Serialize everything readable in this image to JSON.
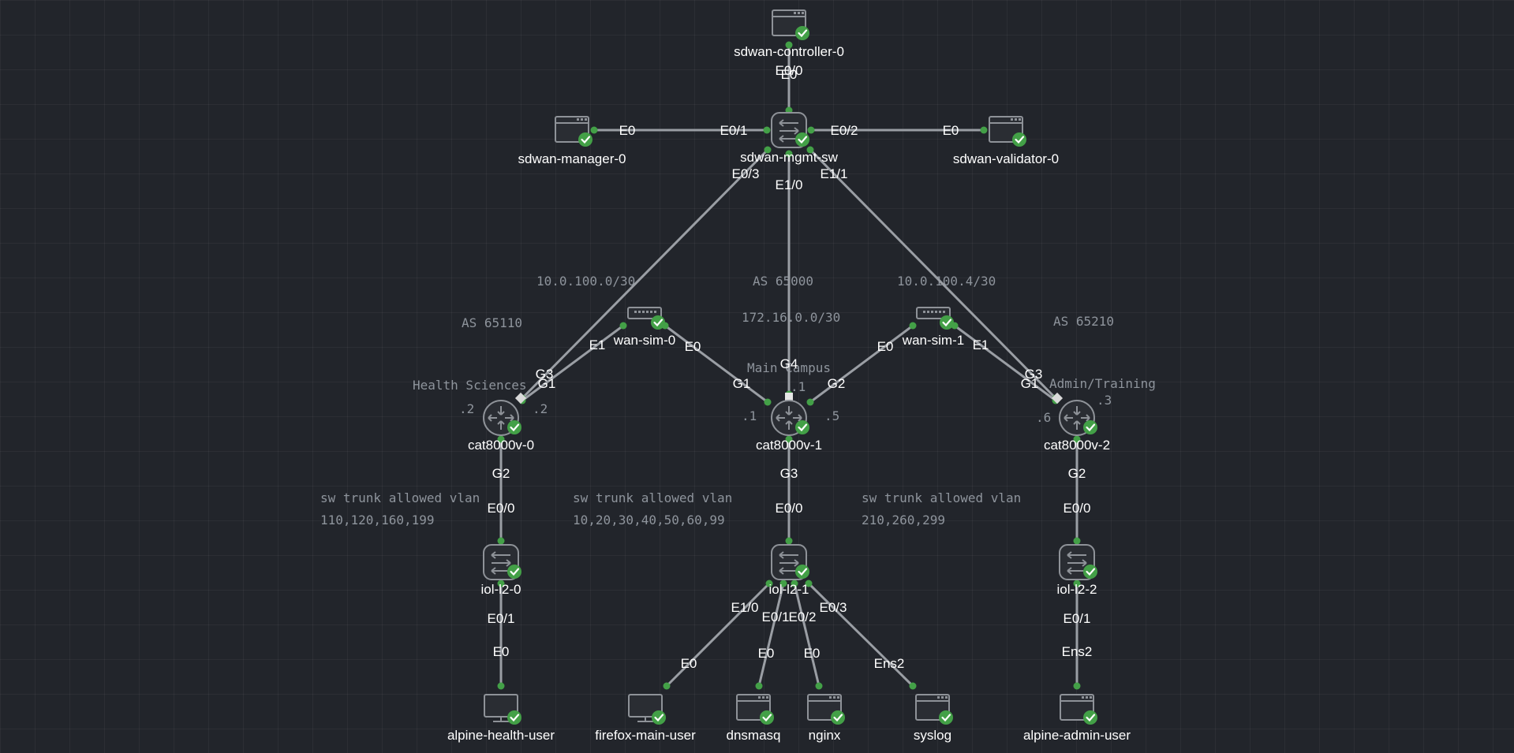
{
  "annotations": [
    {
      "id": "subnet-0",
      "text": "10.0.100.0/30"
    },
    {
      "id": "as-core",
      "text": "AS 65000"
    },
    {
      "id": "subnet-1",
      "text": "10.0.100.4/30"
    },
    {
      "id": "as-health",
      "text": "AS 65110"
    },
    {
      "id": "subnet-core",
      "text": "172.16.0.0/30"
    },
    {
      "id": "as-admin",
      "text": "AS 65210"
    },
    {
      "id": "site-health",
      "text": "Health Sciences"
    },
    {
      "id": "site-main",
      "text": "Main Campus"
    },
    {
      "id": "site-admin",
      "text": "Admin/Training"
    },
    {
      "id": "ip-h1",
      "text": ".2"
    },
    {
      "id": "ip-h2",
      "text": ".2"
    },
    {
      "id": "ip-m1",
      "text": ".1"
    },
    {
      "id": "ip-m2",
      "text": ".1"
    },
    {
      "id": "ip-m3",
      "text": ".5"
    },
    {
      "id": "ip-a1",
      "text": ".6"
    },
    {
      "id": "ip-a2",
      "text": ".3"
    },
    {
      "id": "vlan-h1",
      "text": "sw trunk allowed vlan"
    },
    {
      "id": "vlan-h2",
      "text": "110,120,160,199"
    },
    {
      "id": "vlan-m1",
      "text": "sw trunk allowed vlan"
    },
    {
      "id": "vlan-m2",
      "text": "10,20,30,40,50,60,99"
    },
    {
      "id": "vlan-a1",
      "text": "sw trunk allowed vlan"
    },
    {
      "id": "vlan-a2",
      "text": "210,260,299"
    }
  ],
  "nodes": [
    {
      "id": "sdwan-controller-0",
      "label": "sdwan-controller-0",
      "type": "server",
      "status": "running"
    },
    {
      "id": "sdwan-mgmt-sw",
      "label": "sdwan-mgmt-sw",
      "type": "switch",
      "status": "running"
    },
    {
      "id": "sdwan-manager-0",
      "label": "sdwan-manager-0",
      "type": "server",
      "status": "running"
    },
    {
      "id": "sdwan-validator-0",
      "label": "sdwan-validator-0",
      "type": "server",
      "status": "running"
    },
    {
      "id": "wan-sim-0",
      "label": "wan-sim-0",
      "type": "wan",
      "status": "running"
    },
    {
      "id": "wan-sim-1",
      "label": "wan-sim-1",
      "type": "wan",
      "status": "running"
    },
    {
      "id": "cat8000v-0",
      "label": "cat8000v-0",
      "type": "router",
      "status": "running"
    },
    {
      "id": "cat8000v-1",
      "label": "cat8000v-1",
      "type": "router",
      "status": "running"
    },
    {
      "id": "cat8000v-2",
      "label": "cat8000v-2",
      "type": "router",
      "status": "running"
    },
    {
      "id": "iol-l2-0",
      "label": "iol-l2-0",
      "type": "switch",
      "status": "running"
    },
    {
      "id": "iol-l2-1",
      "label": "iol-l2-1",
      "type": "switch",
      "status": "running"
    },
    {
      "id": "iol-l2-2",
      "label": "iol-l2-2",
      "type": "switch",
      "status": "running"
    },
    {
      "id": "alpine-health-user",
      "label": "alpine-health-user",
      "type": "desktop",
      "status": "running"
    },
    {
      "id": "firefox-main-user",
      "label": "firefox-main-user",
      "type": "desktop",
      "status": "running"
    },
    {
      "id": "dnsmasq",
      "label": "dnsmasq",
      "type": "server",
      "status": "running"
    },
    {
      "id": "nginx",
      "label": "nginx",
      "type": "server",
      "status": "running"
    },
    {
      "id": "syslog",
      "label": "syslog",
      "type": "server",
      "status": "running"
    },
    {
      "id": "alpine-admin-user",
      "label": "alpine-admin-user",
      "type": "server",
      "status": "running"
    }
  ],
  "links": [
    {
      "id": "l1",
      "a": "sdwan-controller-0",
      "a_if": "E0",
      "b": "sdwan-mgmt-sw",
      "b_if": "E0/0"
    },
    {
      "id": "l2",
      "a": "sdwan-manager-0",
      "a_if": "E0",
      "b": "sdwan-mgmt-sw",
      "b_if": "E0/1"
    },
    {
      "id": "l3",
      "a": "sdwan-mgmt-sw",
      "a_if": "E0/2",
      "b": "sdwan-validator-0",
      "b_if": "E0"
    },
    {
      "id": "l4",
      "a": "sdwan-mgmt-sw",
      "a_if": "E0/3",
      "b": "cat8000v-0",
      "b_if": "G3"
    },
    {
      "id": "l5",
      "a": "sdwan-mgmt-sw",
      "a_if": "E1/0",
      "b": "cat8000v-1",
      "b_if": "G4"
    },
    {
      "id": "l6",
      "a": "sdwan-mgmt-sw",
      "a_if": "E1/1",
      "b": "cat8000v-2",
      "b_if": "G3"
    },
    {
      "id": "l7",
      "a": "wan-sim-0",
      "a_if": "E1",
      "b": "cat8000v-0",
      "b_if": "G1"
    },
    {
      "id": "l8",
      "a": "wan-sim-0",
      "a_if": "E0",
      "b": "cat8000v-1",
      "b_if": "G1"
    },
    {
      "id": "l9",
      "a": "wan-sim-1",
      "a_if": "E0",
      "b": "cat8000v-1",
      "b_if": "G2"
    },
    {
      "id": "l10",
      "a": "wan-sim-1",
      "a_if": "E1",
      "b": "cat8000v-2",
      "b_if": "G1"
    },
    {
      "id": "l11",
      "a": "cat8000v-0",
      "a_if": "G2",
      "b": "iol-l2-0",
      "b_if": "E0/0"
    },
    {
      "id": "l12",
      "a": "cat8000v-1",
      "a_if": "G3",
      "b": "iol-l2-1",
      "b_if": "E0/0"
    },
    {
      "id": "l13",
      "a": "cat8000v-2",
      "a_if": "G2",
      "b": "iol-l2-2",
      "b_if": "E0/0"
    },
    {
      "id": "l14",
      "a": "iol-l2-0",
      "a_if": "E0/1",
      "b": "alpine-health-user",
      "b_if": "E0"
    },
    {
      "id": "l15",
      "a": "iol-l2-1",
      "a_if": "E1/0",
      "b": "firefox-main-user",
      "b_if": "E0"
    },
    {
      "id": "l16",
      "a": "iol-l2-1",
      "a_if": "E0/1",
      "b": "dnsmasq",
      "b_if": "E0"
    },
    {
      "id": "l17",
      "a": "iol-l2-1",
      "a_if": "E0/2",
      "b": "nginx",
      "b_if": "E0"
    },
    {
      "id": "l18",
      "a": "iol-l2-1",
      "a_if": "E0/3",
      "b": "syslog",
      "b_if": "Ens2"
    },
    {
      "id": "l19",
      "a": "iol-l2-2",
      "a_if": "E0/1",
      "b": "alpine-admin-user",
      "b_if": "Ens2"
    }
  ],
  "colors": {
    "background": "#22252b",
    "link": "#9a9ea4",
    "status_ok": "#43a047",
    "icon": "#8e9298"
  }
}
